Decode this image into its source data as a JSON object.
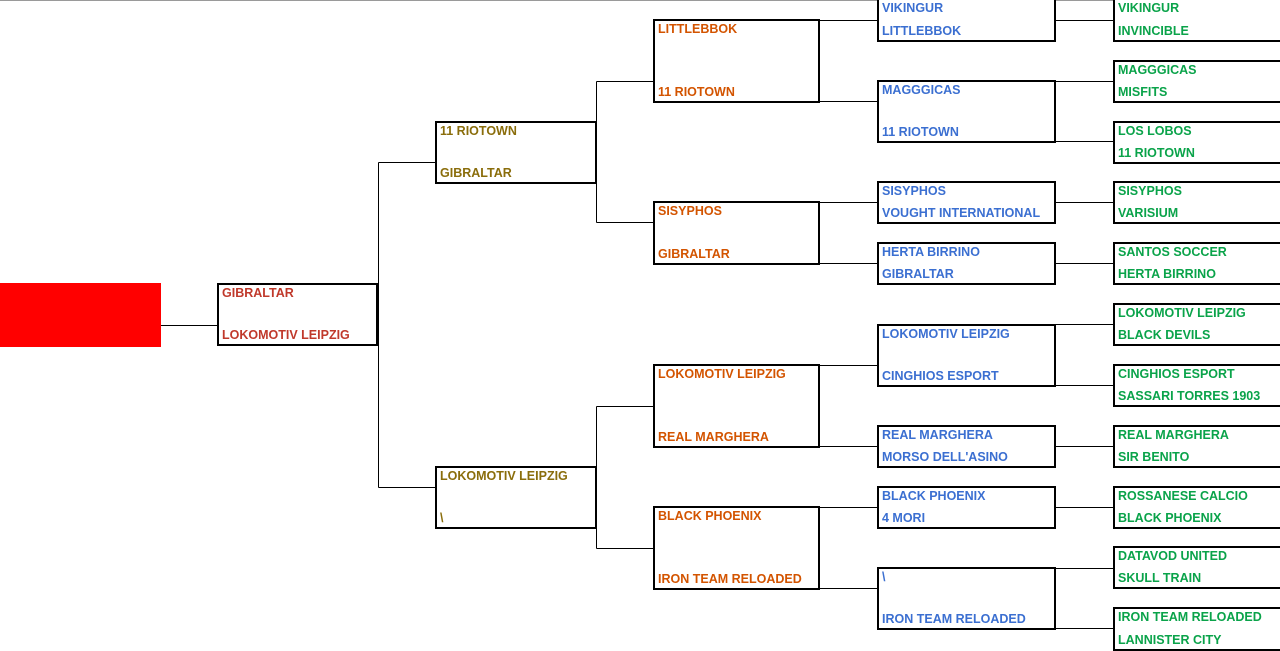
{
  "colors": {
    "champion": "#ff0000",
    "final": "#c0392b",
    "semifinal": "#8a6d0b",
    "quarterfinal": "#d35400",
    "round_of_16": "#3b6fd1",
    "round_of_32": "#0aa34a",
    "lines": "#000000"
  },
  "rounds": {
    "final": [
      {
        "top": "GIBRALTAR",
        "bottom": "LOKOMOTIV LEIPZIG"
      }
    ],
    "semifinals": [
      {
        "top": "11 RIOTOWN",
        "bottom": "GIBRALTAR"
      },
      {
        "top": "LOKOMOTIV LEIPZIG",
        "bottom": "\\"
      }
    ],
    "quarterfinals": [
      {
        "top": "LITTLEBBOK",
        "bottom": "11 RIOTOWN"
      },
      {
        "top": "SISYPHOS",
        "bottom": "GIBRALTAR"
      },
      {
        "top": "LOKOMOTIV LEIPZIG",
        "bottom": "REAL MARGHERA"
      },
      {
        "top": "BLACK PHOENIX",
        "bottom": "IRON TEAM RELOADED"
      }
    ],
    "round_of_16": [
      {
        "top": "VIKINGUR",
        "bottom": "LITTLEBBOK"
      },
      {
        "top": "MAGGGICAS",
        "bottom": "11 RIOTOWN"
      },
      {
        "top": "SISYPHOS",
        "bottom": "VOUGHT INTERNATIONAL"
      },
      {
        "top": "HERTA BIRRINO",
        "bottom": "GIBRALTAR"
      },
      {
        "top": "LOKOMOTIV LEIPZIG",
        "bottom": "CINGHIOS ESPORT"
      },
      {
        "top": "REAL MARGHERA",
        "bottom": "MORSO DELL'ASINO"
      },
      {
        "top": "BLACK PHOENIX",
        "bottom": "4 MORI"
      },
      {
        "top": "\\",
        "bottom": "IRON TEAM RELOADED"
      }
    ],
    "round_of_32": [
      {
        "top": "VIKINGUR",
        "bottom": "INVINCIBLE"
      },
      {
        "top": "MAGGGICAS",
        "bottom": "MISFITS"
      },
      {
        "top": "LOS LOBOS",
        "bottom": "11 RIOTOWN"
      },
      {
        "top": "SISYPHOS",
        "bottom": "VARISIUM"
      },
      {
        "top": "SANTOS SOCCER",
        "bottom": "HERTA BIRRINO"
      },
      {
        "top": "LOKOMOTIV LEIPZIG",
        "bottom": "BLACK DEVILS"
      },
      {
        "top": "CINGHIOS ESPORT",
        "bottom": "SASSARI TORRES 1903"
      },
      {
        "top": "REAL MARGHERA",
        "bottom": "SIR BENITO"
      },
      {
        "top": "ROSSANESE CALCIO",
        "bottom": "BLACK PHOENIX"
      },
      {
        "top": "DATAVOD UNITED",
        "bottom": "SKULL TRAIN"
      },
      {
        "top": "IRON TEAM RELOADED",
        "bottom": "LANNISTER CITY"
      }
    ]
  }
}
